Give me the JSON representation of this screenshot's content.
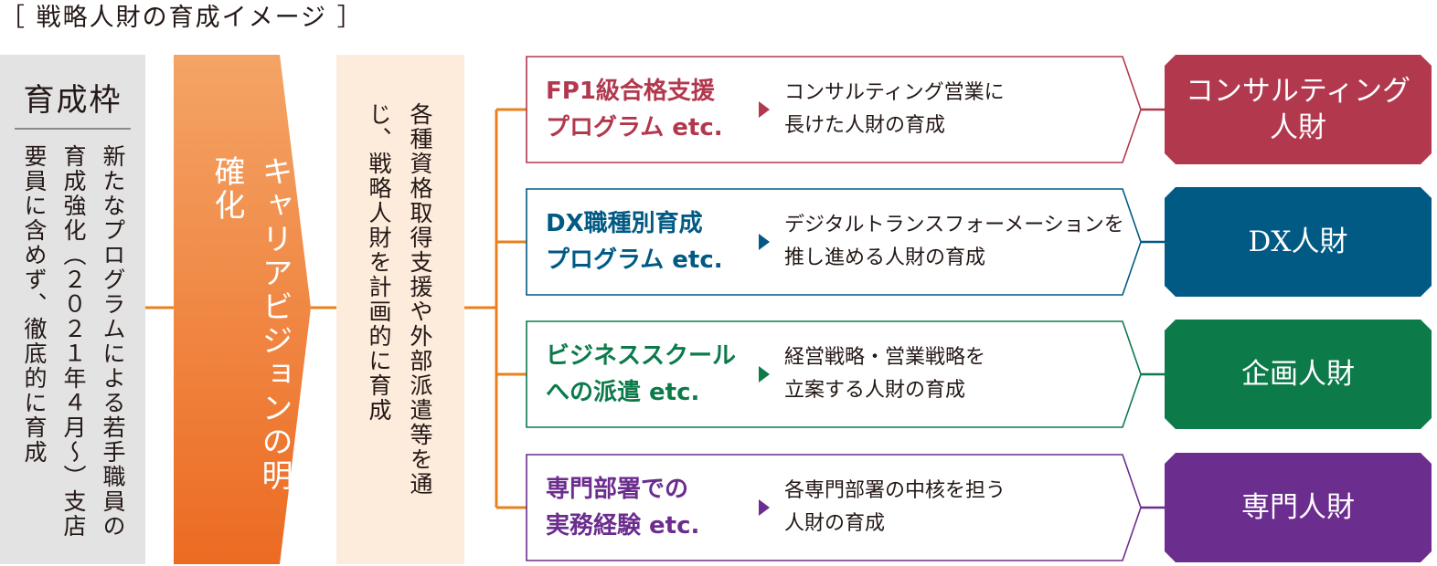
{
  "title": "［ 戦略人財の育成イメージ ］",
  "framework": {
    "heading": "育成枠",
    "text": "新たなプログラムによる若手職員の育成強化（２０２１年４月～）支店要員に含めず、徹底的に育成"
  },
  "career_vision": "キャリアビジョンの明確化",
  "training_method": "各種資格取得支援や外部派遣等を通じ、戦略人財を計画的に育成",
  "programs": [
    {
      "title_line1": "FP1級合格支援",
      "title_line2": "プログラム etc.",
      "desc_line1": "コンサルティング営業に",
      "desc_line2": "長けた人財の育成",
      "result_line1": "コンサルティング",
      "result_line2": "人財",
      "color": "#b2384e"
    },
    {
      "title_line1": "DX職種別育成",
      "title_line2": "プログラム etc.",
      "desc_line1": "デジタルトランスフォーメーションを",
      "desc_line2": "推し進める人財の育成",
      "result_line1": "DX人財",
      "result_line2": "",
      "color": "#005a84"
    },
    {
      "title_line1": "ビジネススクール",
      "title_line2": "への派遣 etc.",
      "desc_line1": "経営戦略・営業戦略を",
      "desc_line2": "立案する人財の育成",
      "result_line1": "企画人財",
      "result_line2": "",
      "color": "#0d7a4a"
    },
    {
      "title_line1": "専門部署での",
      "title_line2": "実務経験 etc.",
      "desc_line1": "各専門部署の中核を担う",
      "desc_line2": "人財の育成",
      "result_line1": "専門人財",
      "result_line2": "",
      "color": "#6b2d8e"
    }
  ],
  "colors": {
    "connector": "#e8811e",
    "arrow_top": "#f4a466",
    "arrow_bottom": "#ec6b22",
    "gray_column": "#e3e3e3",
    "peach_column": "#fdebdc"
  }
}
